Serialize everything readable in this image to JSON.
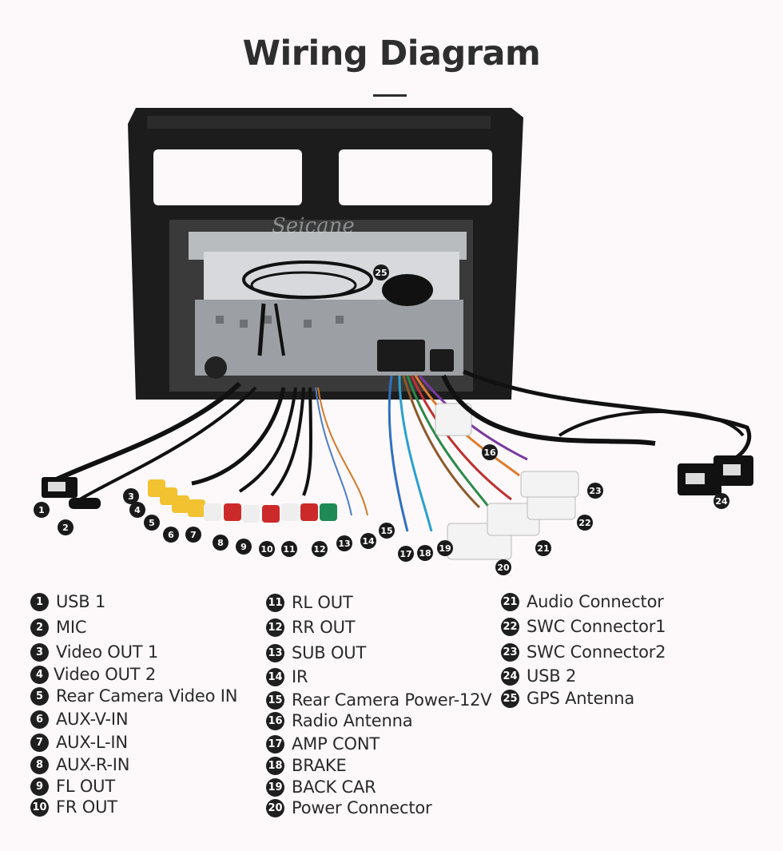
{
  "title": "Wiring Diagram",
  "watermark": "Seicane",
  "legend": [
    {
      "num": "1",
      "label": "USB 1"
    },
    {
      "num": "2",
      "label": "MIC"
    },
    {
      "num": "3",
      "label": "Video OUT 1"
    },
    {
      "num": "4",
      "label": "Video OUT 2"
    },
    {
      "num": "5",
      "label": "Rear Camera Video IN"
    },
    {
      "num": "6",
      "label": "AUX-V-IN"
    },
    {
      "num": "7",
      "label": "AUX-L-IN"
    },
    {
      "num": "8",
      "label": "AUX-R-IN"
    },
    {
      "num": "9",
      "label": "FL OUT"
    },
    {
      "num": "10",
      "label": "FR OUT"
    },
    {
      "num": "11",
      "label": "RL OUT"
    },
    {
      "num": "12",
      "label": "RR OUT"
    },
    {
      "num": "13",
      "label": "SUB OUT"
    },
    {
      "num": "14",
      "label": "IR"
    },
    {
      "num": "15",
      "label": "Rear Camera Power-12V"
    },
    {
      "num": "16",
      "label": "Radio Antenna"
    },
    {
      "num": "17",
      "label": "AMP CONT"
    },
    {
      "num": "18",
      "label": "BRAKE"
    },
    {
      "num": "19",
      "label": "BACK CAR"
    },
    {
      "num": "20",
      "label": "Power Connector"
    },
    {
      "num": "21",
      "label": "Audio Connector"
    },
    {
      "num": "22",
      "label": "SWC Connector1"
    },
    {
      "num": "23",
      "label": "SWC Connector2"
    },
    {
      "num": "24",
      "label": "USB 2"
    },
    {
      "num": "25",
      "label": "GPS Antenna"
    }
  ],
  "colors": {
    "badge": "#1f1f1f",
    "frame": "#1c1c1c",
    "background": "#fdf9fa"
  }
}
